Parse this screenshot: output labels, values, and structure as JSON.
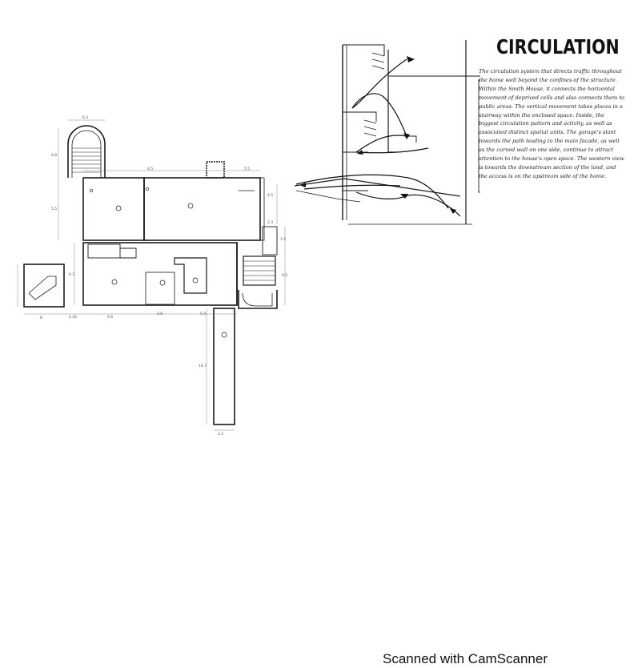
{
  "section": {
    "title": "CIRCULATION",
    "paragraph": "The circulation system that directs traffic throughout the home well beyond the confines of the structure. Within the Smith House, it connects the horizontal movement of deprived cells and also connects them to public areas. The vertical movement takes places in a stairway within the enclosed space. Inside, the biggest circulation pattern and activity, as well as associated distinct spatial units. The garage's slant towards the path leading to the main facade, as well as the curved wall on one side, continue to attract attention to the house's open space. The western view is towards the downstream section of the land, and the access is on the upstream side of the home."
  },
  "plan": {
    "dimensions": [
      "6.3",
      "6.8",
      "5.5",
      "8.5",
      "5.5",
      "4.5",
      "2.3",
      "3.5",
      "6.5",
      "8",
      "4.45",
      "6.6",
      "3.8",
      "5.4",
      "6.2",
      "18.7",
      "3.3"
    ]
  },
  "footer": {
    "scanner_label": "Scanned with CamScanner"
  }
}
